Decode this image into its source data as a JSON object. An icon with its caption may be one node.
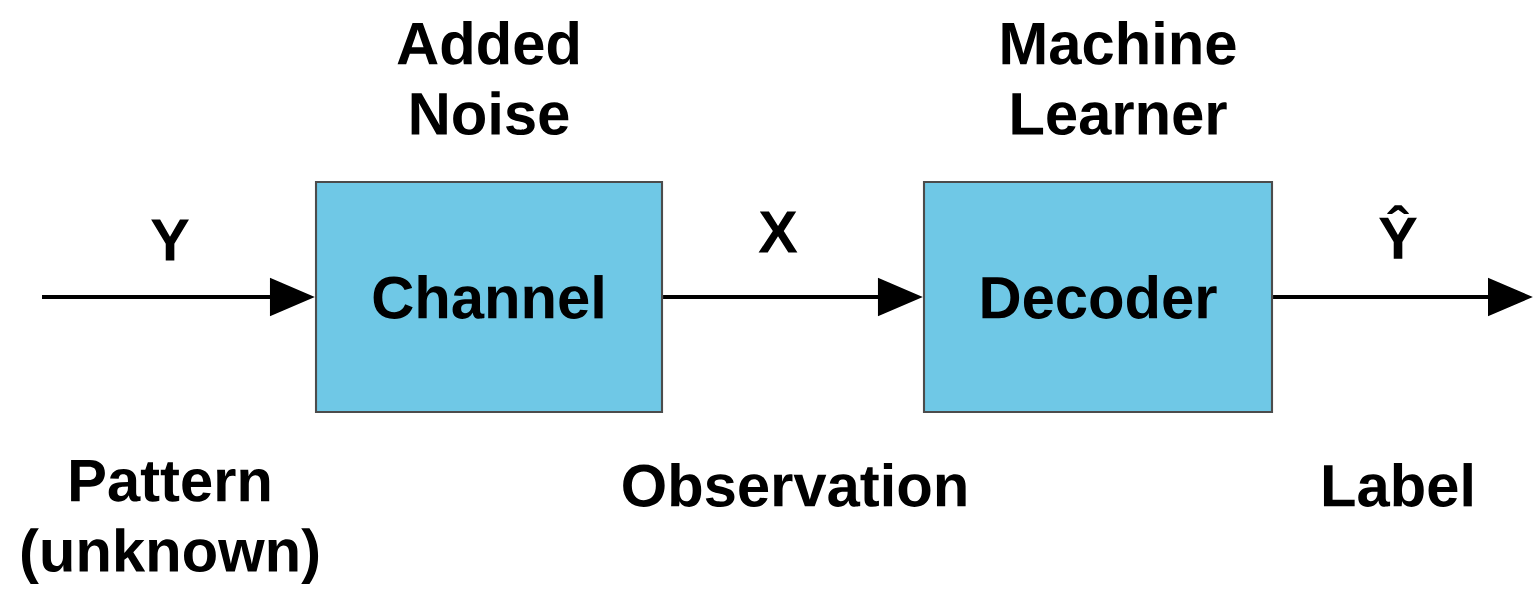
{
  "diagram": {
    "nodes": [
      {
        "text": [
          "Added Noise",
          "Channel"
        ]
      },
      {
        "text": [
          "Machine Learner",
          "Decoder"
        ]
      }
    ],
    "edges": [
      {
        "from": null,
        "to": 0,
        "arrow": "to",
        "label": "Y"
      },
      {
        "from": 0,
        "to": 1,
        "arrow": "to",
        "label": "X"
      },
      {
        "from": 1,
        "to": null,
        "arrow": "to",
        "label": "Ŷ"
      }
    ],
    "labels": [
      "Pattern (unknown)",
      "Observation",
      "Label"
    ]
  }
}
